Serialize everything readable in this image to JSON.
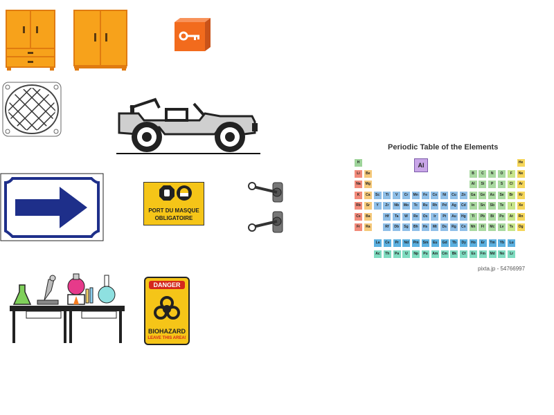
{
  "scene": {
    "wardrobe_left": "wardrobe",
    "wardrobe_right": "wardrobe",
    "key_box": "key",
    "vent_grate": "vent-grate",
    "jeep": "jeep",
    "arrow_sign": "arrow-right",
    "levers": "lever"
  },
  "mask_sign": {
    "line1": "PORT DU MASQUE",
    "line2": "OBLIGATOIRE"
  },
  "biohazard_sign": {
    "header": "DANGER",
    "label": "BIOHAZARD",
    "sub": "LEAVE THIS AREA!"
  },
  "periodic_table": {
    "title": "Periodic Table of the Elements",
    "credit": "pixta.jp - 54766997",
    "featured_symbol": "Al",
    "main_rows": [
      [
        "H",
        "",
        "",
        "",
        "",
        "",
        "",
        "",
        "",
        "",
        "",
        "",
        "",
        "",
        "",
        "",
        "",
        "He"
      ],
      [
        "Li",
        "Be",
        "",
        "",
        "",
        "",
        "",
        "",
        "",
        "",
        "",
        "",
        "B",
        "C",
        "N",
        "O",
        "F",
        "Ne"
      ],
      [
        "Na",
        "Mg",
        "",
        "",
        "",
        "",
        "",
        "",
        "",
        "",
        "",
        "",
        "Al",
        "Si",
        "P",
        "S",
        "Cl",
        "Ar"
      ],
      [
        "K",
        "Ca",
        "Sc",
        "Ti",
        "V",
        "Cr",
        "Mn",
        "Fe",
        "Co",
        "Ni",
        "Cu",
        "Zn",
        "Ga",
        "Ge",
        "As",
        "Se",
        "Br",
        "Kr"
      ],
      [
        "Rb",
        "Sr",
        "Y",
        "Zr",
        "Nb",
        "Mo",
        "Tc",
        "Ru",
        "Rh",
        "Pd",
        "Ag",
        "Cd",
        "In",
        "Sn",
        "Sb",
        "Te",
        "I",
        "Xe"
      ],
      [
        "Cs",
        "Ba",
        "",
        "Hf",
        "Ta",
        "W",
        "Re",
        "Os",
        "Ir",
        "Pt",
        "Au",
        "Hg",
        "Tl",
        "Pb",
        "Bi",
        "Po",
        "At",
        "Rn"
      ],
      [
        "Fr",
        "Ra",
        "",
        "Rf",
        "Db",
        "Sg",
        "Bh",
        "Hs",
        "Mt",
        "Ds",
        "Rg",
        "Cn",
        "Nh",
        "Fl",
        "Mc",
        "Lv",
        "Ts",
        "Og"
      ]
    ],
    "lanthanides": [
      "La",
      "Ce",
      "Pr",
      "Nd",
      "Pm",
      "Sm",
      "Eu",
      "Gd",
      "Tb",
      "Dy",
      "Ho",
      "Er",
      "Tm",
      "Yb",
      "Lu"
    ],
    "actinides": [
      "Ac",
      "Th",
      "Pa",
      "U",
      "Np",
      "Pu",
      "Am",
      "Cm",
      "Bk",
      "Cf",
      "Es",
      "Fm",
      "Md",
      "No",
      "Lr"
    ]
  },
  "colors": {
    "wardrobe": "#f7a21b",
    "wardrobe_dark": "#e07b10",
    "key_box": "#f26b1d",
    "arrow": "#1e2f8a",
    "sign_yellow": "#f5c518",
    "biohazard_yellow": "#f5c518",
    "danger_red": "#d4281c"
  }
}
